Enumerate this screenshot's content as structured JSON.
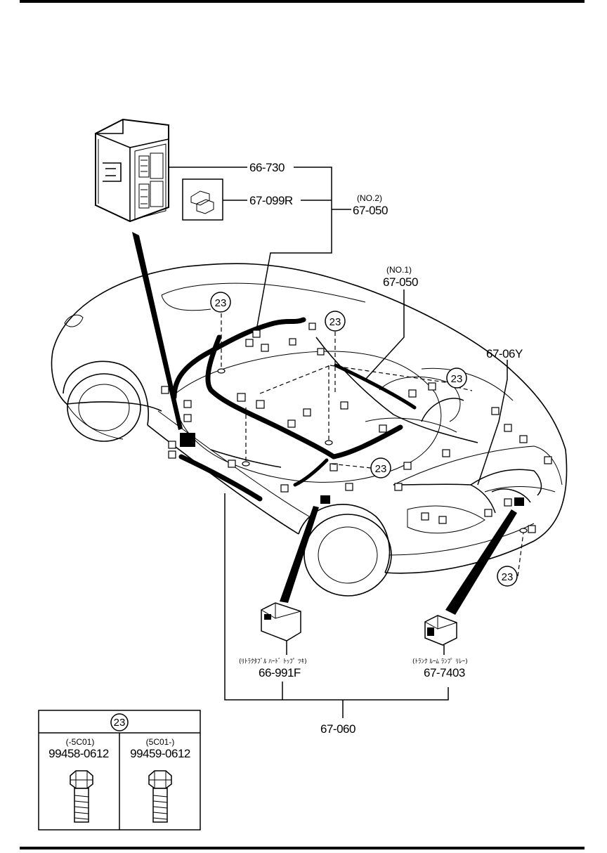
{
  "parts": {
    "p1": "66-730",
    "p2": "67-099R",
    "p3_note": "(NO.2)",
    "p3": "67-050",
    "p4_note": "(NO.1)",
    "p4": "67-050",
    "p5": "67-06Y",
    "p6_note": "(ﾘﾄﾗｸﾀﾌﾞﾙ ﾊｰﾄﾞ ﾄｯﾌﾟ ﾂｷ)",
    "p6": "66-991F",
    "p7_note": "(ﾄﾗﾝｸ ﾙｰﾑ ﾗﾝﾌﾟ ﾘﾚｰ)",
    "p7": "67-7403",
    "p8": "67-060"
  },
  "callout_number": "23",
  "bolt_table": {
    "ref": "23",
    "left_note": "(-5C01)",
    "left_part": "99458-0612",
    "right_note": "(5C01-)",
    "right_part": "99459-0612"
  }
}
